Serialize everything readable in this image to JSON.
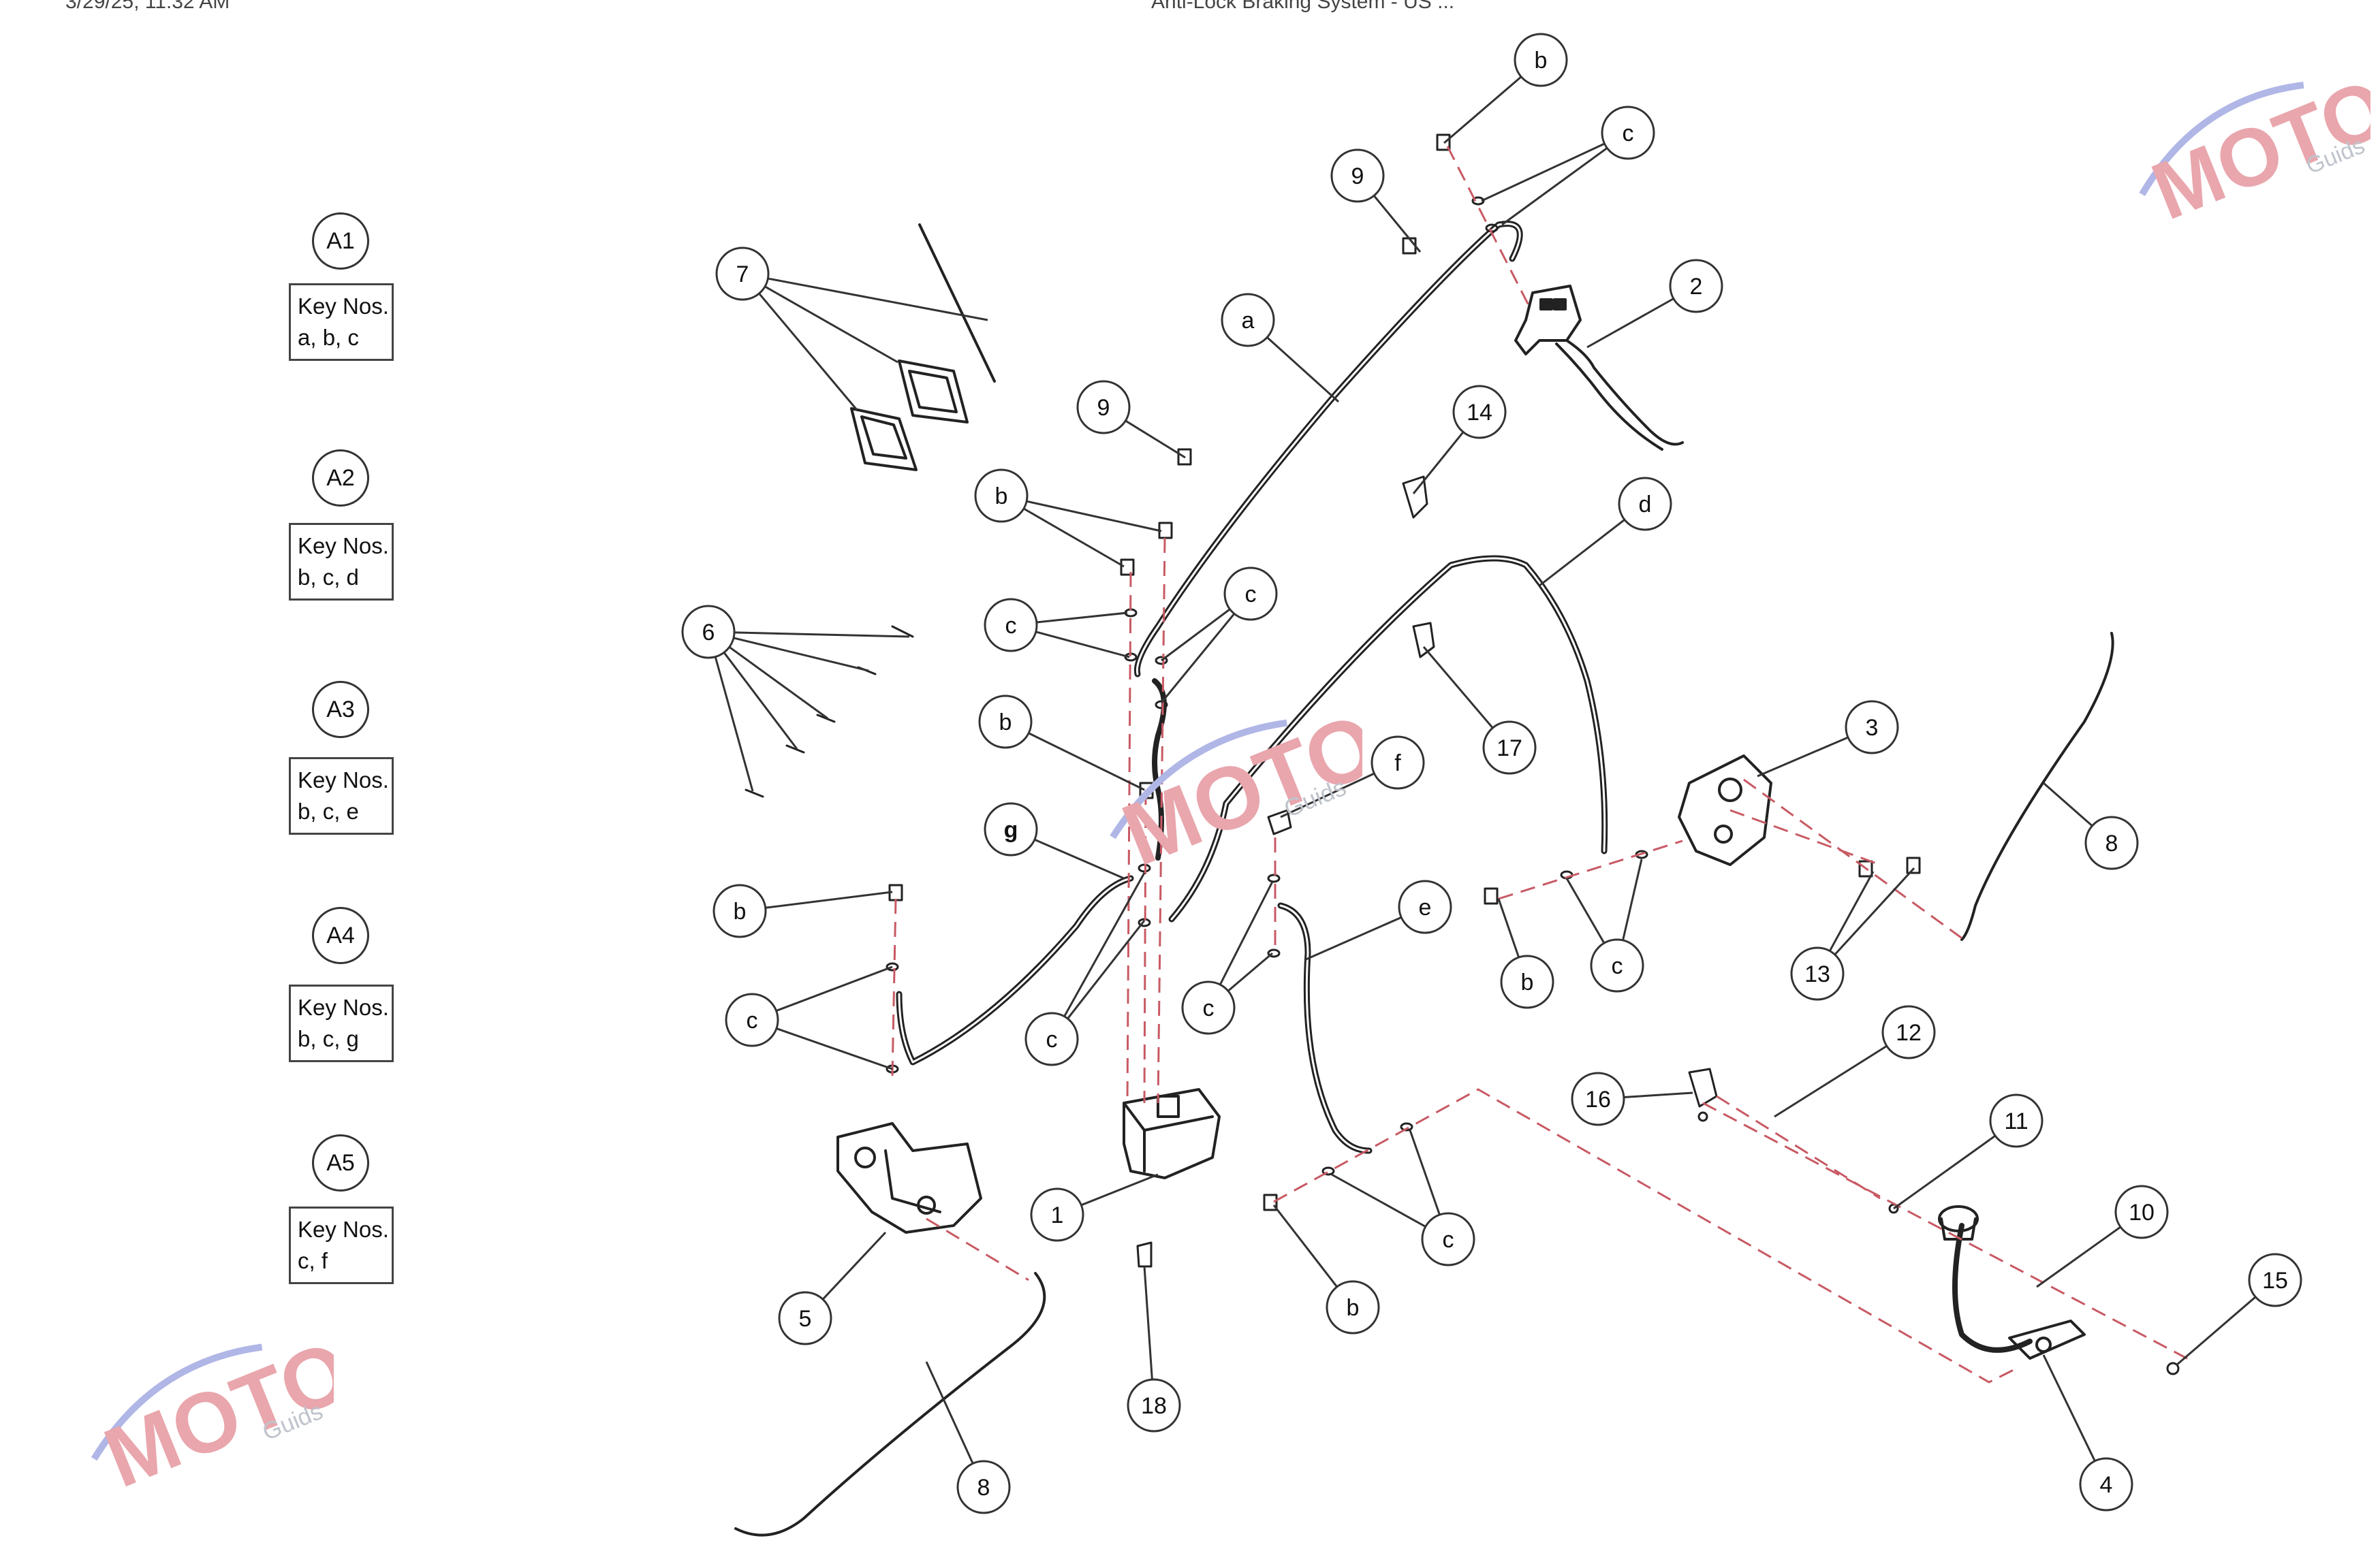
{
  "header": {
    "left_text": "3/29/25, 11:32 AM",
    "center_text": "Anti-Lock Braking System - US ..."
  },
  "watermark": {
    "brand": "MOTO",
    "sub": "Guids"
  },
  "assemblies": [
    {
      "id": "A1",
      "title": "Key Nos.",
      "keys": "a, b, c"
    },
    {
      "id": "A2",
      "title": "Key Nos.",
      "keys": "b, c, d"
    },
    {
      "id": "A3",
      "title": "Key Nos.",
      "keys": "b, c, e"
    },
    {
      "id": "A4",
      "title": "Key Nos.",
      "keys": "b, c, g"
    },
    {
      "id": "A5",
      "title": "Key Nos.",
      "keys": "c, f"
    }
  ],
  "callouts": [
    "b",
    "c",
    "9",
    "2",
    "a",
    "7",
    "9",
    "14",
    "b",
    "c",
    "c",
    "d",
    "6",
    "b",
    "17",
    "f",
    "3",
    "8",
    "g",
    "e",
    "b",
    "c",
    "c",
    "c",
    "b",
    "c",
    "13",
    "12",
    "16",
    "11",
    "1",
    "10",
    "5",
    "c",
    "15",
    "b",
    "18",
    "4",
    "8"
  ],
  "colors": {
    "line": "#222222",
    "leader": "#333333",
    "dash": "#c85a64"
  }
}
